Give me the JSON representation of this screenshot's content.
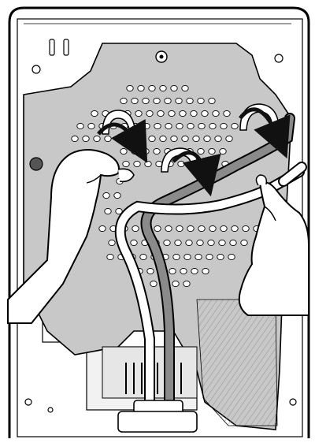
{
  "figure": {
    "description_text": "",
    "colors": {
      "panel_fill": "#ffffff",
      "duct_fill": "#c8c8c8",
      "hatch_fill": "#dcdcdc",
      "hose_dark": "#8a8a8a",
      "hose_light": "#ffffff",
      "arrow": "#111111",
      "stroke": "#000000"
    },
    "icons": [
      "hand-left",
      "hand-right",
      "curved-arrow",
      "ventilation-hole",
      "drain-hose"
    ]
  }
}
